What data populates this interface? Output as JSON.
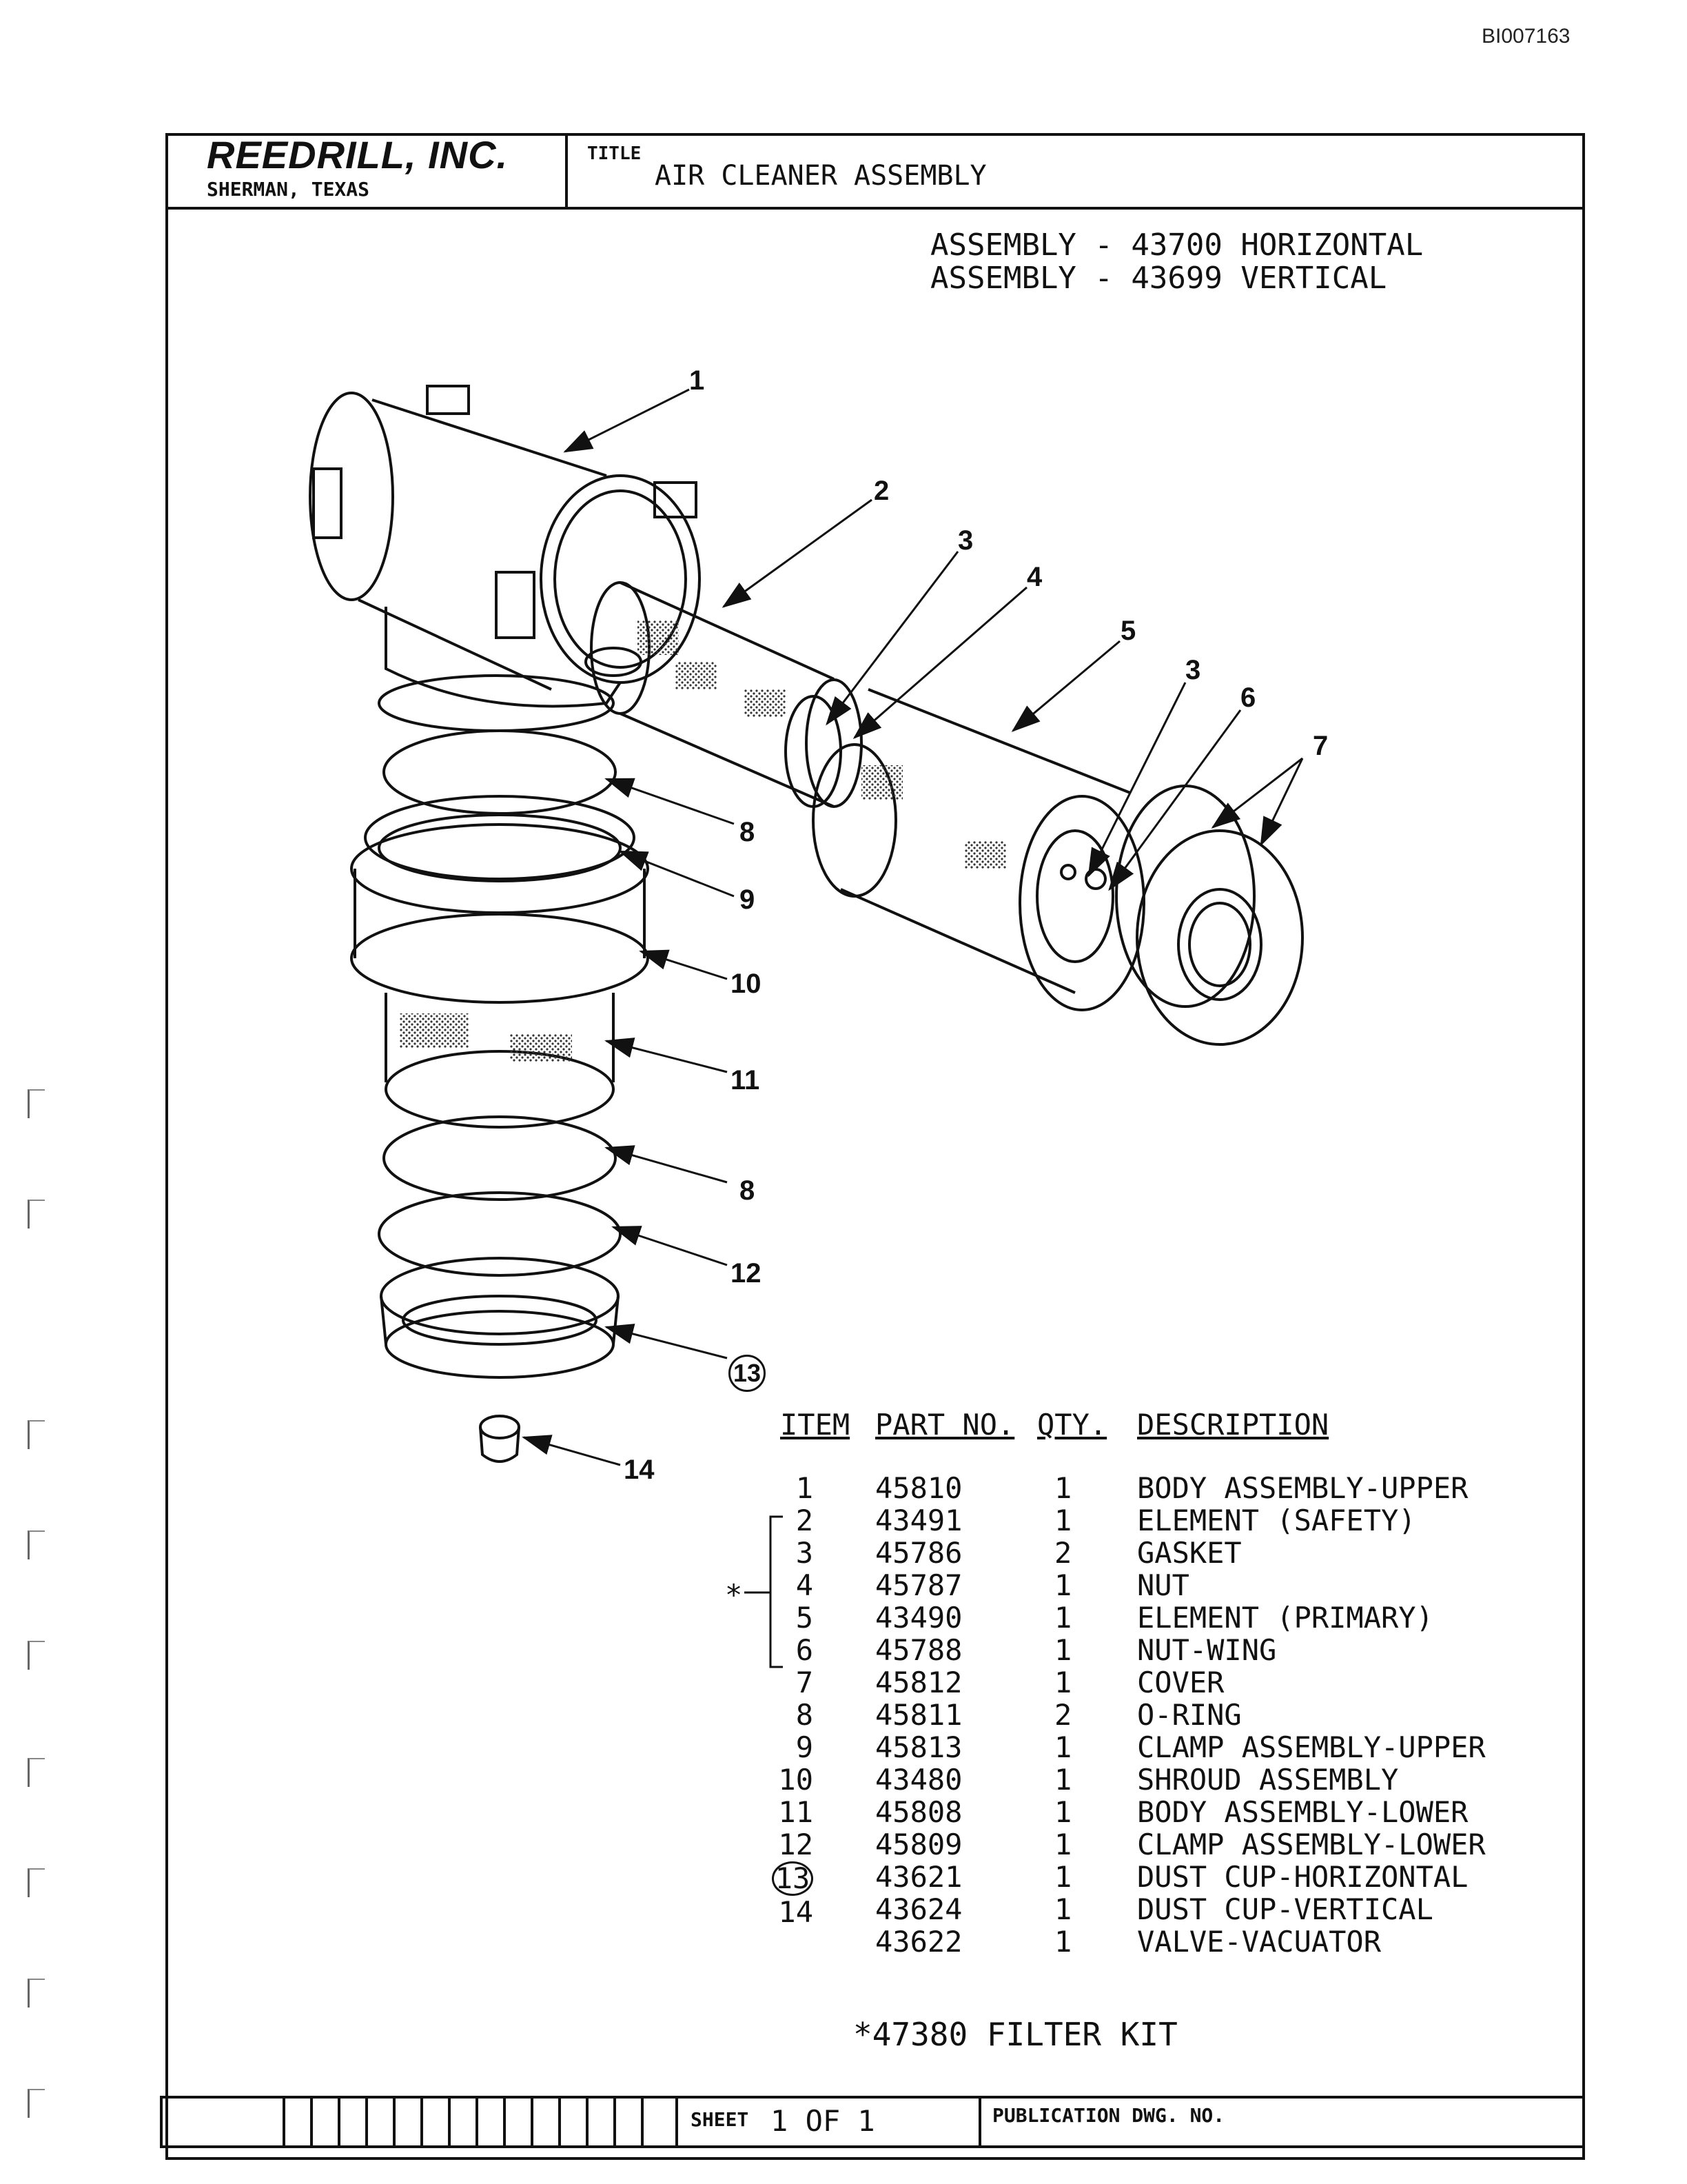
{
  "doc_id": "BI007163",
  "header": {
    "company": "REEDRILL, INC.",
    "location": "SHERMAN, TEXAS",
    "title_label": "TITLE",
    "title": "AIR CLEANER ASSEMBLY"
  },
  "assemblies": [
    "ASSEMBLY - 43700 HORIZONTAL",
    "ASSEMBLY - 43699 VERTICAL"
  ],
  "callouts": [
    "1",
    "2",
    "3",
    "4",
    "5",
    "3",
    "6",
    "7",
    "8",
    "9",
    "10",
    "11",
    "8",
    "12",
    "13",
    "14"
  ],
  "table": {
    "headers": [
      "ITEM",
      "PART NO.",
      "QTY.",
      "DESCRIPTION"
    ],
    "kit_marker": "*",
    "rows": [
      {
        "item": "1",
        "part": "45810",
        "qty": "1",
        "desc": "BODY ASSEMBLY-UPPER"
      },
      {
        "item": "2",
        "part": "43491",
        "qty": "1",
        "desc": "ELEMENT (SAFETY)"
      },
      {
        "item": "3",
        "part": "45786",
        "qty": "2",
        "desc": "GASKET"
      },
      {
        "item": "4",
        "part": "45787",
        "qty": "1",
        "desc": "NUT"
      },
      {
        "item": "5",
        "part": "43490",
        "qty": "1",
        "desc": "ELEMENT (PRIMARY)"
      },
      {
        "item": "6",
        "part": "45788",
        "qty": "1",
        "desc": "NUT-WING"
      },
      {
        "item": "7",
        "part": "45812",
        "qty": "1",
        "desc": "COVER"
      },
      {
        "item": "8",
        "part": "45811",
        "qty": "2",
        "desc": "O-RING"
      },
      {
        "item": "9",
        "part": "45813",
        "qty": "1",
        "desc": "CLAMP ASSEMBLY-UPPER"
      },
      {
        "item": "10",
        "part": "43480",
        "qty": "1",
        "desc": "SHROUD ASSEMBLY"
      },
      {
        "item": "11",
        "part": "45808",
        "qty": "1",
        "desc": "BODY ASSEMBLY-LOWER"
      },
      {
        "item": "12",
        "part": "45809",
        "qty": "1",
        "desc": "CLAMP ASSEMBLY-LOWER"
      },
      {
        "item": "13",
        "part": "43621",
        "qty": "1",
        "desc": "DUST CUP-HORIZONTAL"
      },
      {
        "item": "",
        "part": "43624",
        "qty": "1",
        "desc": "DUST CUP-VERTICAL"
      },
      {
        "item": "14",
        "part": "43622",
        "qty": "1",
        "desc": "VALVE-VACUATOR"
      }
    ]
  },
  "kit": "*47380 FILTER KIT",
  "footer": {
    "sheet_label": "SHEET",
    "sheet_value": "1 OF 1",
    "pub_label": "PUBLICATION DWG. NO."
  }
}
